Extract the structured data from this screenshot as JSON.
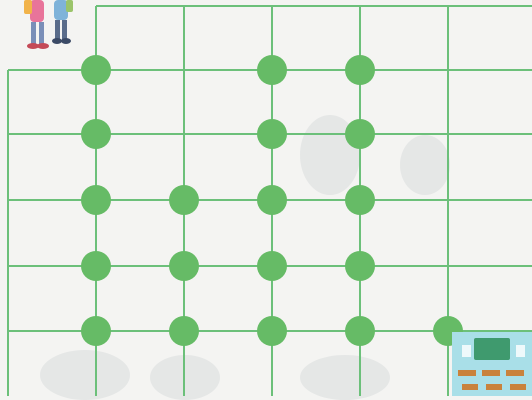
{
  "colors": {
    "background": "#f4f4f2",
    "grid_line": "#6cc07a",
    "dot_fill": "#66bb66",
    "dot_dark": "#5aa85a",
    "school_wall": "#a9dfe8",
    "school_board": "#3f9a6e",
    "desk": "#c9823c",
    "kid_shirt_left": "#e8749a",
    "kid_shirt_right": "#7fb3d9",
    "skin": "#f2c9a4"
  },
  "board": {
    "start_icon": "children-icon",
    "goal_icon": "classroom-icon",
    "dots": [
      {
        "row": 1,
        "col": 1
      },
      {
        "row": 1,
        "col": 3
      },
      {
        "row": 1,
        "col": 4
      },
      {
        "row": 2,
        "col": 1
      },
      {
        "row": 2,
        "col": 3
      },
      {
        "row": 2,
        "col": 4
      },
      {
        "row": 3,
        "col": 1
      },
      {
        "row": 3,
        "col": 2
      },
      {
        "row": 3,
        "col": 3
      },
      {
        "row": 3,
        "col": 4
      },
      {
        "row": 4,
        "col": 1
      },
      {
        "row": 4,
        "col": 2
      },
      {
        "row": 4,
        "col": 3
      },
      {
        "row": 4,
        "col": 4
      },
      {
        "row": 5,
        "col": 1
      },
      {
        "row": 5,
        "col": 2
      },
      {
        "row": 5,
        "col": 3
      },
      {
        "row": 5,
        "col": 4
      },
      {
        "row": 5,
        "col": 5
      }
    ]
  }
}
